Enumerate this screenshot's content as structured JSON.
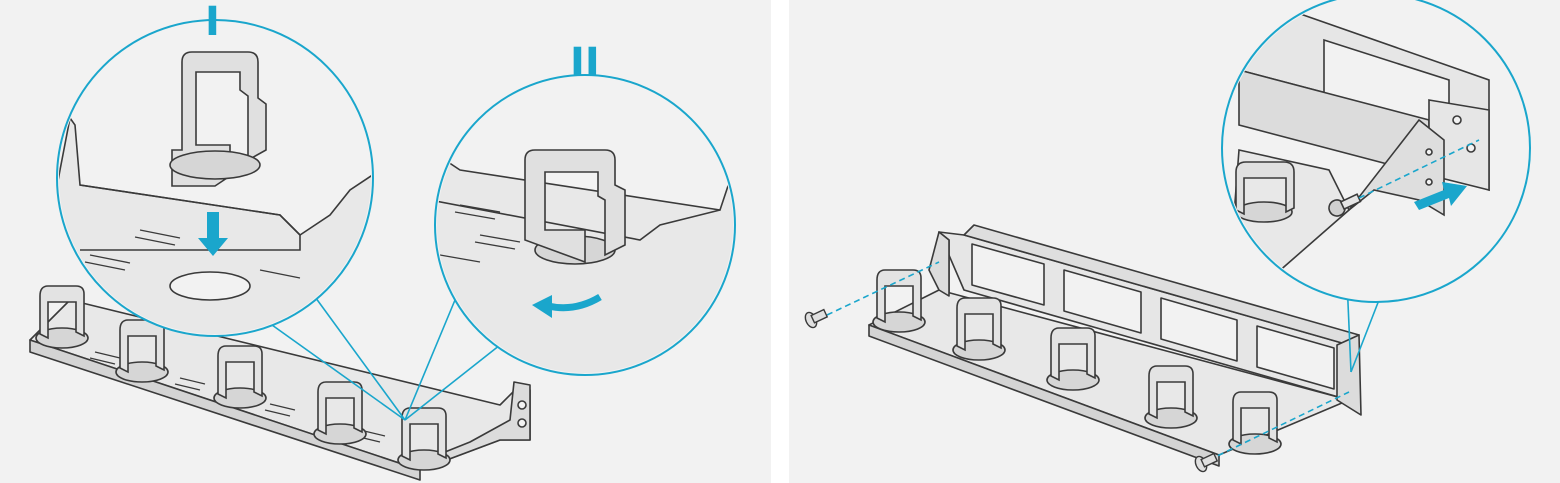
{
  "step_labels": {
    "step_1": "I",
    "step_2": "II"
  },
  "screw_count": "2X",
  "colors": {
    "accent": "#1aa6cc",
    "panel_background": "#f2f2f2",
    "line_art": "#3a3a3a",
    "part_fill": "#e6e6e6"
  },
  "icons": [
    "down-arrow-icon",
    "rotate-arrow-icon",
    "push-arrow-icon"
  ]
}
